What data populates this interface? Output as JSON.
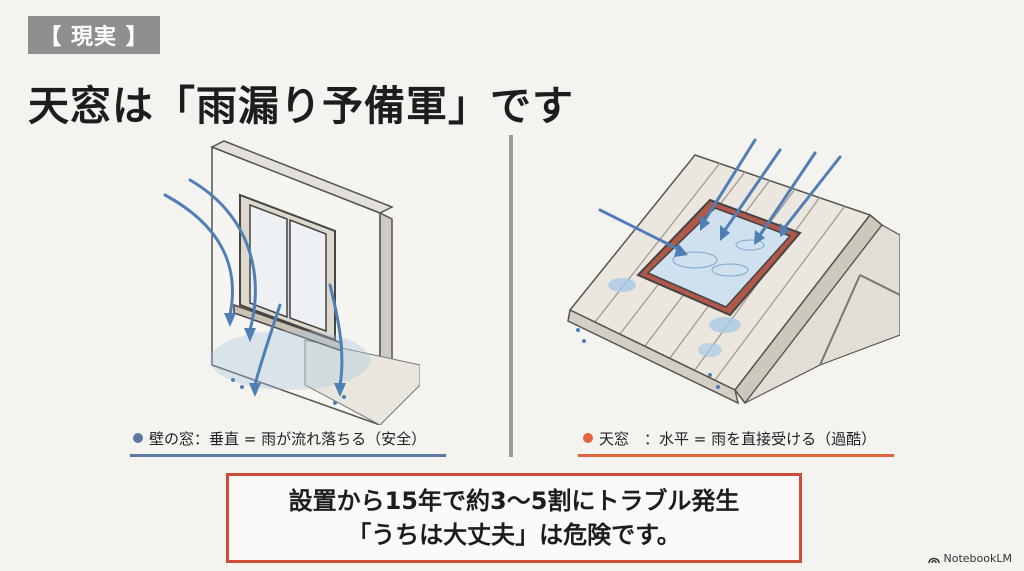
{
  "header": {
    "tag": "【 現実 】",
    "title": "天窓は「雨漏り予備軍」です"
  },
  "left_panel": {
    "caption": "壁の窓：垂直 = 雨が流れ落ちる（安全）",
    "accent_color": "#5b7aa3",
    "icon": "wall-window-illustration"
  },
  "right_panel": {
    "caption": "天窓　：水平 = 雨を直接受ける（過酷）",
    "accent_color": "#e4633f",
    "icon": "skylight-roof-illustration"
  },
  "callout": {
    "line1": "設置から15年で約3〜5割にトラブル発生",
    "line2": "「うちは大丈夫」は危険です。",
    "border_color": "#cc4d36"
  },
  "branding": {
    "label": "NotebookLM"
  }
}
